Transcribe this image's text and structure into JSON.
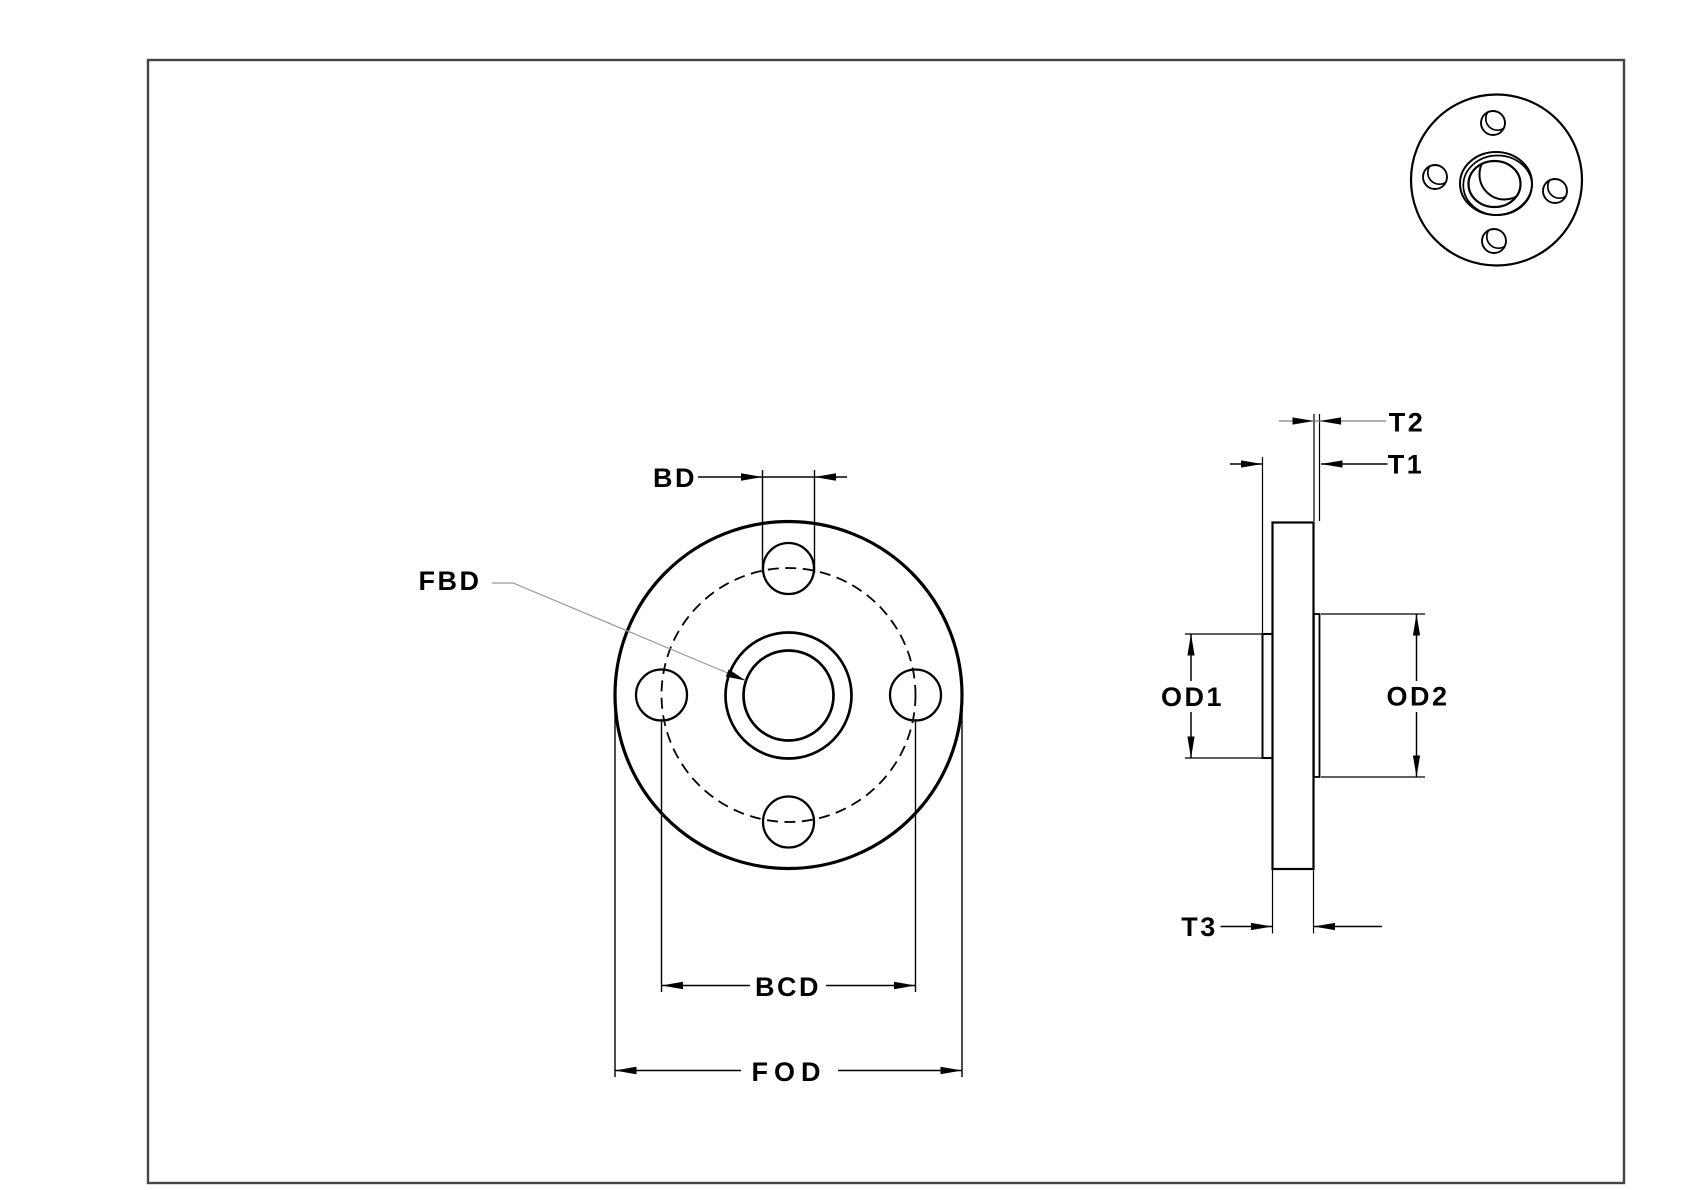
{
  "title": "Flange dimension drawing",
  "labels": {
    "bd": "BD",
    "fbd": "FBD",
    "bcd": "BCD",
    "fod": "FOD",
    "t2": "T2",
    "t1": "T1",
    "t3": "T3",
    "od1": "OD1",
    "od2": "OD2"
  },
  "icons": {
    "front_view": "flange-front-view",
    "side_view": "flange-section-view",
    "iso_view": "flange-isometric-view"
  },
  "colors": {
    "line": "#000000",
    "leader_gray": "#9a9a9a",
    "dim_gray": "#7d7d7d",
    "border": "#454545",
    "background": "#ffffff"
  }
}
